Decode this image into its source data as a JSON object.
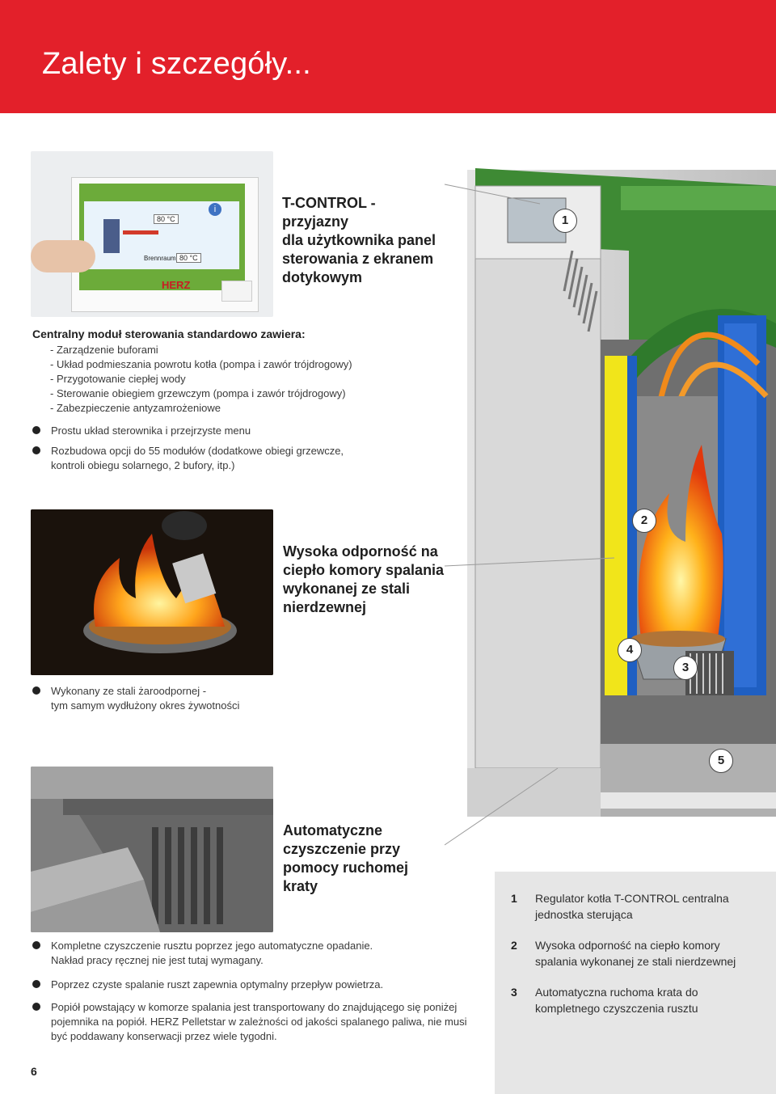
{
  "header": {
    "title": "Zalety i szczegóły..."
  },
  "callouts": {
    "tcontrol": [
      "T-CONTROL - przyjazny",
      "dla użytkownika panel",
      "sterowania z ekranem",
      "dotykowym"
    ],
    "odpornosc": [
      "Wysoka odporność na",
      "ciepło komory spalania",
      "wykonanej ze stali",
      "nierdzewnej"
    ],
    "czyszczenie": [
      "Automatyczne",
      "czyszczenie przy",
      "pomocy ruchomej kraty"
    ]
  },
  "module": {
    "title": "Centralny moduł sterowania standardowo zawiera:",
    "items": [
      "- Zarządzenie buforami",
      "- Układ podmieszania powrotu kotła (pompa i zawór trójdrogowy)",
      "- Przygotowanie ciepłej wody",
      "- Sterowanie obiegiem grzewczym (pompa i zawór trójdrogowy)",
      "- Zabezpieczenie antyzamrożeniowe"
    ],
    "bullets": [
      [
        "Prostu układ sterownika i przejrzyste menu"
      ],
      [
        "Rozbudowa opcji do 55 modułów (dodatkowe obiegi grzewcze,",
        "kontroli obiegu solarnego, 2 bufory, itp.)"
      ]
    ]
  },
  "stal": {
    "bullet": [
      "Wykonany ze stali żaroodpornej -",
      "tym samym wydłużony okres żywotności"
    ]
  },
  "krata": {
    "bullets": [
      [
        "Kompletne czyszczenie rusztu poprzez jego automatyczne opadanie.",
        "Nakład pracy ręcznej nie jest tutaj wymagany."
      ],
      [
        "Poprzez czyste spalanie ruszt zapewnia optymalny przepływ powietrza."
      ],
      [
        "Popiół powstający w komorze spalania jest transportowany do znajdującego się poniżej",
        "pojemnika na popiół. HERZ Pelletstar w zależności od jakości spalanego paliwa, nie musi",
        "być poddawany konserwacji przez wiele tygodni."
      ]
    ]
  },
  "legend": [
    {
      "num": "1",
      "lines": [
        "Regulator kotła T-CONTROL centralna",
        "jednostka sterująca"
      ]
    },
    {
      "num": "2",
      "lines": [
        "Wysoka odporność na ciepło komory",
        "spalania wykonanej ze stali nierdzewnej"
      ]
    },
    {
      "num": "3",
      "lines": [
        "Automatyczna ruchoma krata do",
        "kompletnego czyszczenia rusztu"
      ]
    }
  ],
  "badges": [
    "1",
    "2",
    "3",
    "4",
    "5"
  ],
  "panel_photo": {
    "brand": "HERZ",
    "temp1": "80 °C",
    "temp2": "80 °C",
    "label": "Brennraum"
  },
  "page_number": "6",
  "colors": {
    "header_red": "#e3202a",
    "boiler_green": "#3e8a34",
    "insulation_yellow": "#f1e51a",
    "water_blue": "#1f5fc2"
  }
}
